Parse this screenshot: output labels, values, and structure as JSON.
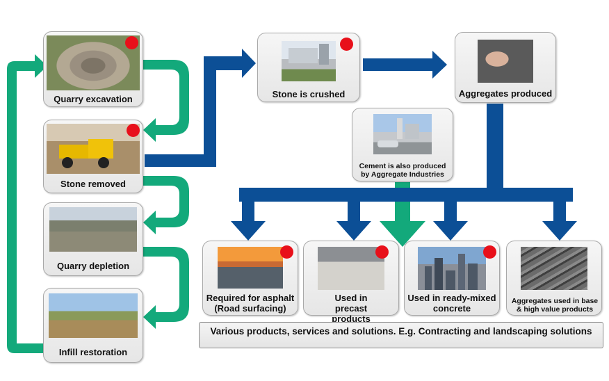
{
  "steps": {
    "excavation": {
      "label": "Quarry excavation",
      "photo_icon": "quarry-pit-photo"
    },
    "removed": {
      "label": "Stone removed",
      "photo_icon": "dump-truck-photo"
    },
    "depletion": {
      "label": "Quarry depletion",
      "photo_icon": "depleted-quarry-photo"
    },
    "infill": {
      "label": "Infill restoration",
      "photo_icon": "restored-land-photo"
    },
    "crushed": {
      "label": "Stone is crushed",
      "photo_icon": "crushing-plant-photo"
    },
    "aggregates": {
      "label": "Aggregates produced",
      "photo_icon": "hand-aggregates-photo"
    },
    "cement": {
      "label": "Cement is also produced by Aggregate Industries",
      "photo_icon": "cement-works-photo"
    }
  },
  "uses": {
    "asphalt": {
      "label": "Required for asphalt (Road surfacing)",
      "photo_icon": "motorway-photo"
    },
    "precast": {
      "label": "Used in precast products",
      "photo_icon": "paving-slabs-photo"
    },
    "concrete": {
      "label": "Used in ready-mixed concrete",
      "photo_icon": "city-skyline-photo"
    },
    "base": {
      "label": "Aggregates used in base & high value products",
      "photo_icon": "railway-ballast-photo"
    }
  },
  "banner": {
    "text": "Various products, services and solutions. E.g. Contracting and landscaping solutions"
  },
  "colors": {
    "green": "#13a97b",
    "blue": "#0c4f96",
    "marker": "#e8101a"
  }
}
